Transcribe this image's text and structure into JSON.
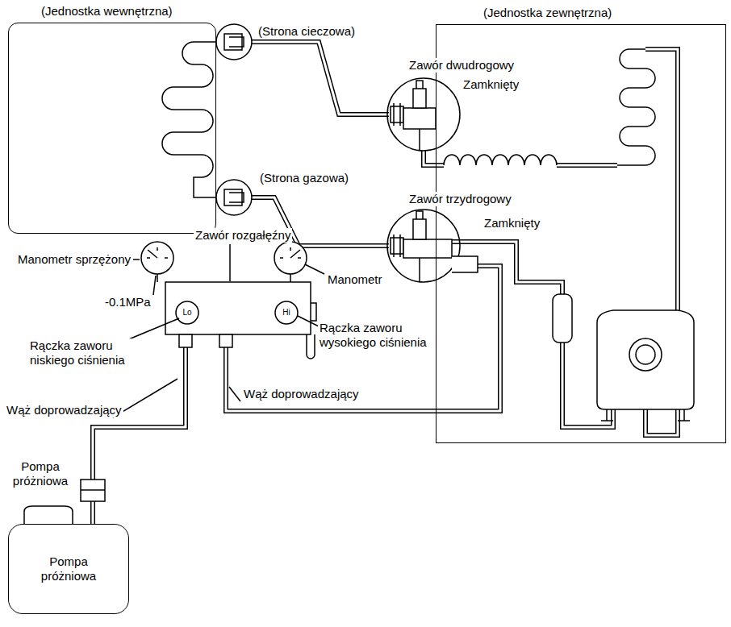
{
  "diagram": {
    "nodes": [
      {
        "text": [
          "(Jednostka wewnętrzna)"
        ]
      },
      {
        "text": [
          "(Jednostka zewnętrzna)"
        ]
      },
      {
        "text": [
          "Pompa próżniowa"
        ]
      }
    ],
    "labels": [
      "(Strona cieczowa)",
      "Zawór dwudrogowy",
      "Zamknięty",
      "(Strona gazowa)",
      "Zawór trzydrogowy",
      "Zamknięty",
      "Zawór rozgałęźny",
      "Manometr sprzężony",
      "Manometr",
      "-0.1MPa",
      "Lo",
      "Hi",
      "Rączka zaworu niskiego ciśnienia",
      "Rączka zaworu wysokiego ciśnienia",
      "Wąż doprowadzający",
      "Wąż doprowadzający",
      "Pompa próżniowa"
    ]
  }
}
